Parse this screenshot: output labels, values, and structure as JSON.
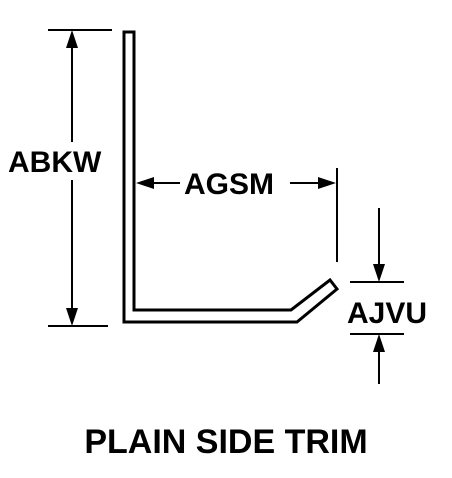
{
  "diagram": {
    "labels": {
      "height_code": "ABKW",
      "width_code": "AGSM",
      "thickness_code": "AJVU"
    },
    "title": "PLAIN SIDE TRIM"
  }
}
